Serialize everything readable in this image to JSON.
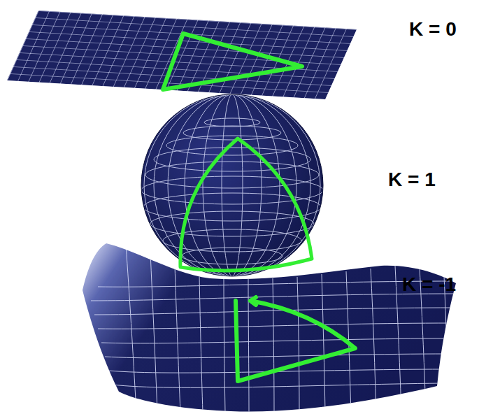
{
  "diagram": {
    "labels": [
      "K = 0",
      "K = 1",
      "K = -1"
    ]
  }
}
